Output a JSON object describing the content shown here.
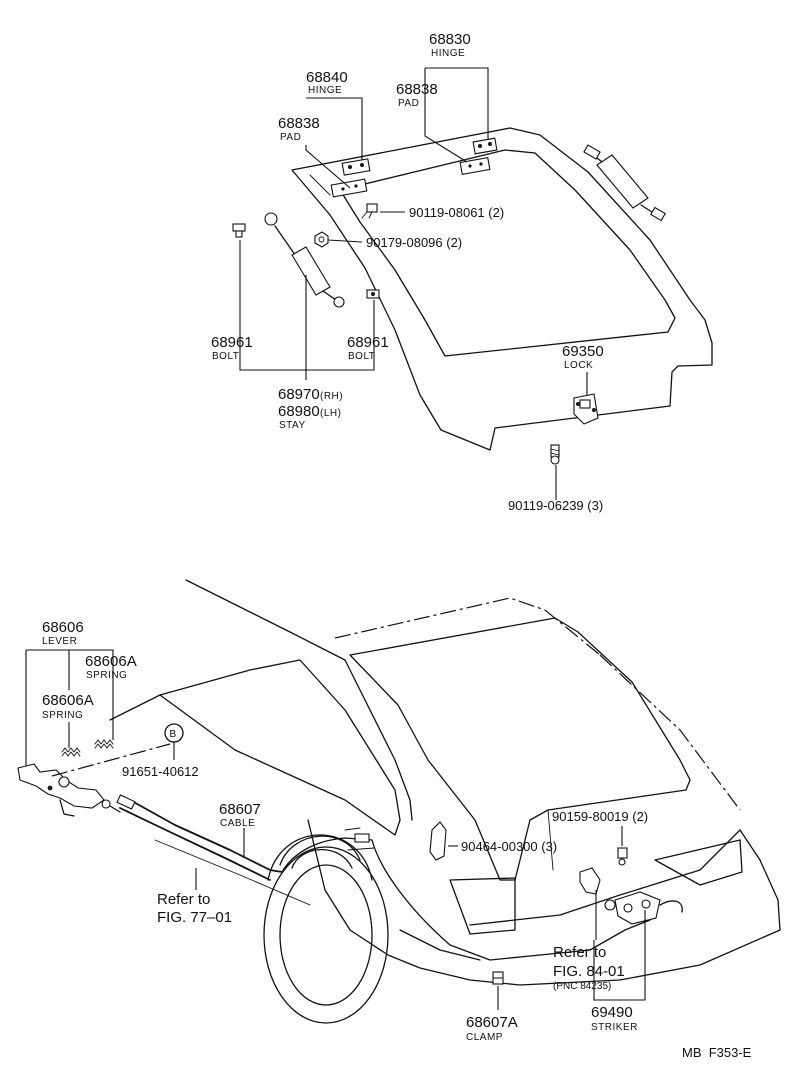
{
  "door_parts": {
    "hinge_rh": {
      "number": "68830",
      "name": "HINGE"
    },
    "pad_rh": {
      "number": "68838",
      "name": "PAD"
    },
    "hinge_lh": {
      "number": "68840",
      "name": "HINGE"
    },
    "pad_lh": {
      "number": "68838",
      "name": "PAD"
    },
    "screw_hinge": {
      "number": "90119-08061 (2)"
    },
    "nut_stay": {
      "number": "90179-08096 (2)"
    },
    "bolt_left": {
      "number": "68961",
      "name": "BOLT"
    },
    "bolt_right": {
      "number": "68961",
      "name": "BOLT"
    },
    "stay": {
      "number_rh": "68970",
      "suffix_rh": "(RH)",
      "number_lh": "68980",
      "suffix_lh": "(LH)",
      "name": "STAY"
    },
    "lock": {
      "number": "69350",
      "name": "LOCK"
    },
    "screw_lock": {
      "number": "90119-06239 (3)"
    }
  },
  "body_parts": {
    "lever": {
      "number": "68606",
      "name": "LEVER"
    },
    "spring_a1": {
      "number": "68606A",
      "name": "SPRING"
    },
    "spring_a2": {
      "number": "68606A",
      "name": "SPRING"
    },
    "marker_b": {
      "symbol": "B"
    },
    "bolt_lever": {
      "number": "91651-40612"
    },
    "cable": {
      "number": "68607",
      "name": "CABLE"
    },
    "ref_fig77": {
      "line1": "Refer to",
      "line2": "FIG. 77–01"
    },
    "screw_striker": {
      "number": "90159-80019 (2)"
    },
    "clip_cable": {
      "number": "90464-00300 (3)"
    },
    "ref_fig84": {
      "line1": "Refer to",
      "line2": "FIG. 84-01",
      "line3": "(PNC 84235)"
    },
    "striker": {
      "number": "69490",
      "name": "STRIKER"
    },
    "clamp": {
      "number": "68607A",
      "name": "CLAMP"
    }
  },
  "figure_code": "MB  F353-E"
}
